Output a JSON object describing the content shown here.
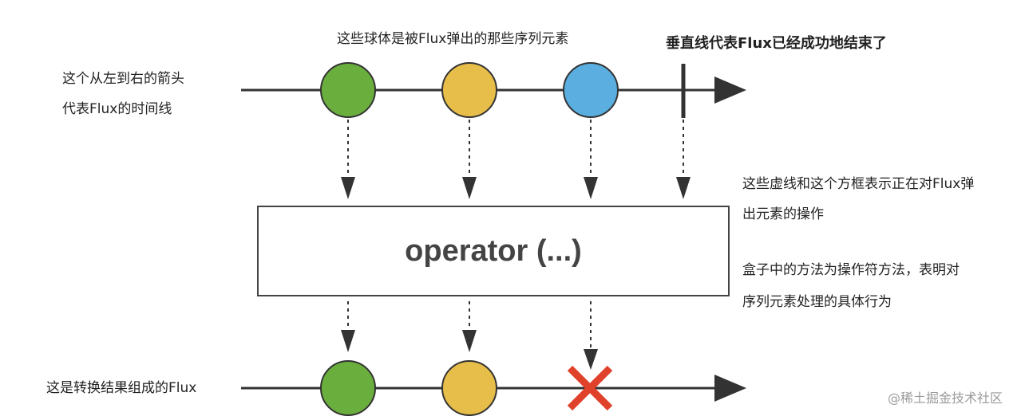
{
  "annotations": {
    "timeline_desc_line1": "这个从左到右的箭头",
    "timeline_desc_line2": "代表Flux的时间线",
    "balls_desc": "这些球体是被Flux弹出的那些序列元素",
    "completion_desc": "垂直线代表Flux已经成功地结束了",
    "dashed_desc_line1": "这些虚线和这个方框表示正在对Flux弹",
    "dashed_desc_line2": "出元素的操作",
    "box_desc_line1": "盒子中的方法为操作符方法，表明对",
    "box_desc_line2": "序列元素处理的具体行为",
    "result_desc": "这是转换结果组成的Flux"
  },
  "operator": {
    "label": "operator (...)"
  },
  "colors": {
    "green": "#6aaf3d",
    "yellow": "#e8be4a",
    "blue": "#5aafe0",
    "error_red": "#e0412a",
    "line": "#333333"
  },
  "watermark": "@稀土掘金技术社区"
}
